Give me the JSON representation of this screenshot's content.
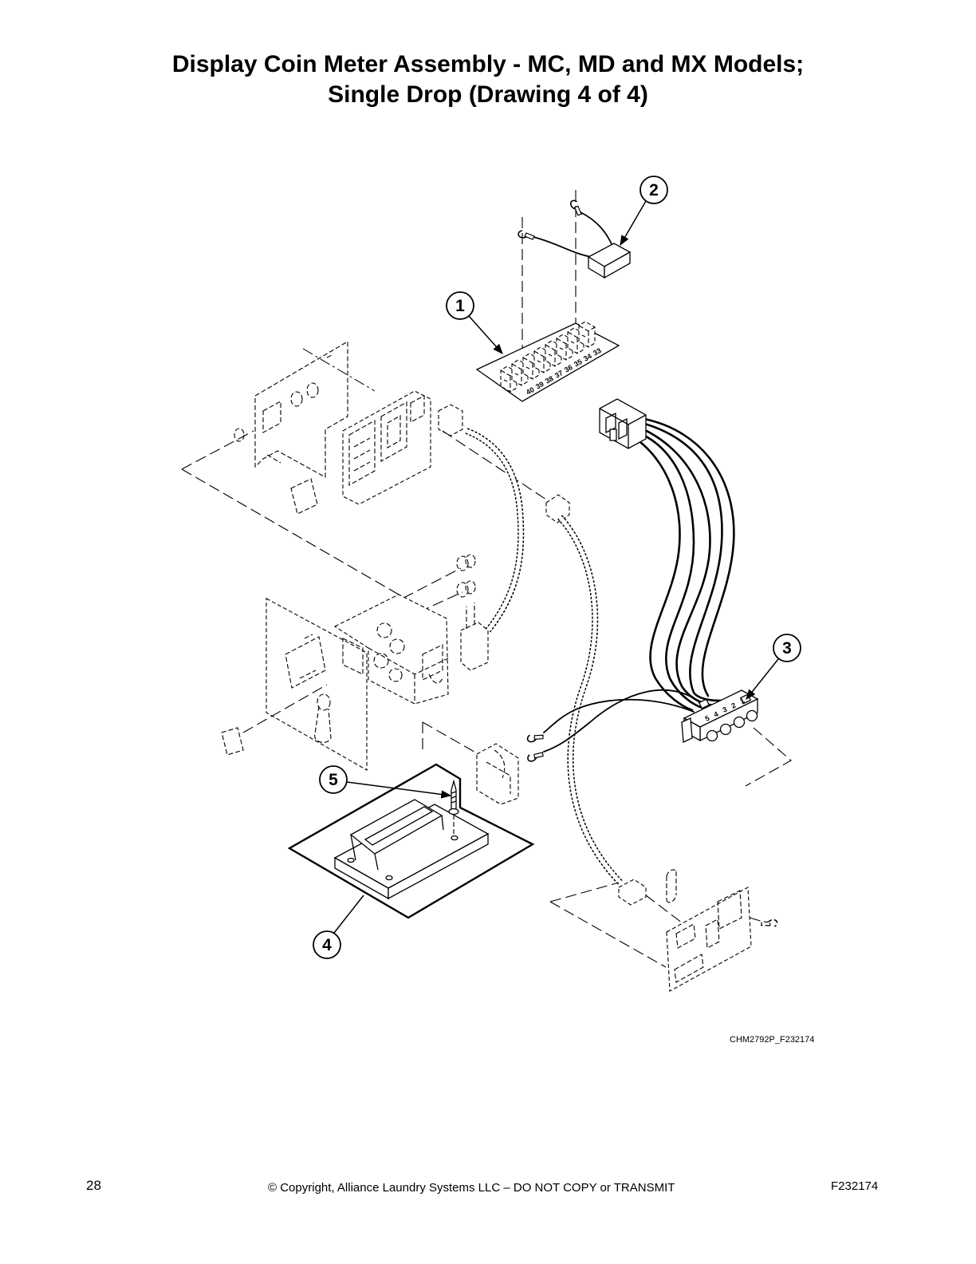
{
  "title": {
    "line1": "Display Coin Meter Assembly - MC, MD and MX Models;",
    "line2": "Single Drop (Drawing 4 of 4)"
  },
  "callouts": [
    {
      "label": "1"
    },
    {
      "label": "2"
    },
    {
      "label": "3"
    },
    {
      "label": "4"
    },
    {
      "label": "5"
    }
  ],
  "terminal_strip_numbers": [
    "40",
    "39",
    "38",
    "37",
    "36",
    "35",
    "34",
    "33"
  ],
  "connector_pin_numbers": [
    "5",
    "4",
    "3",
    "2",
    "1"
  ],
  "drawing_id": "CHM2792P_F232174",
  "footer": {
    "page_number": "28",
    "copyright": "© Copyright, Alliance Laundry Systems LLC – DO NOT COPY or TRANSMIT",
    "document_id": "F232174"
  }
}
